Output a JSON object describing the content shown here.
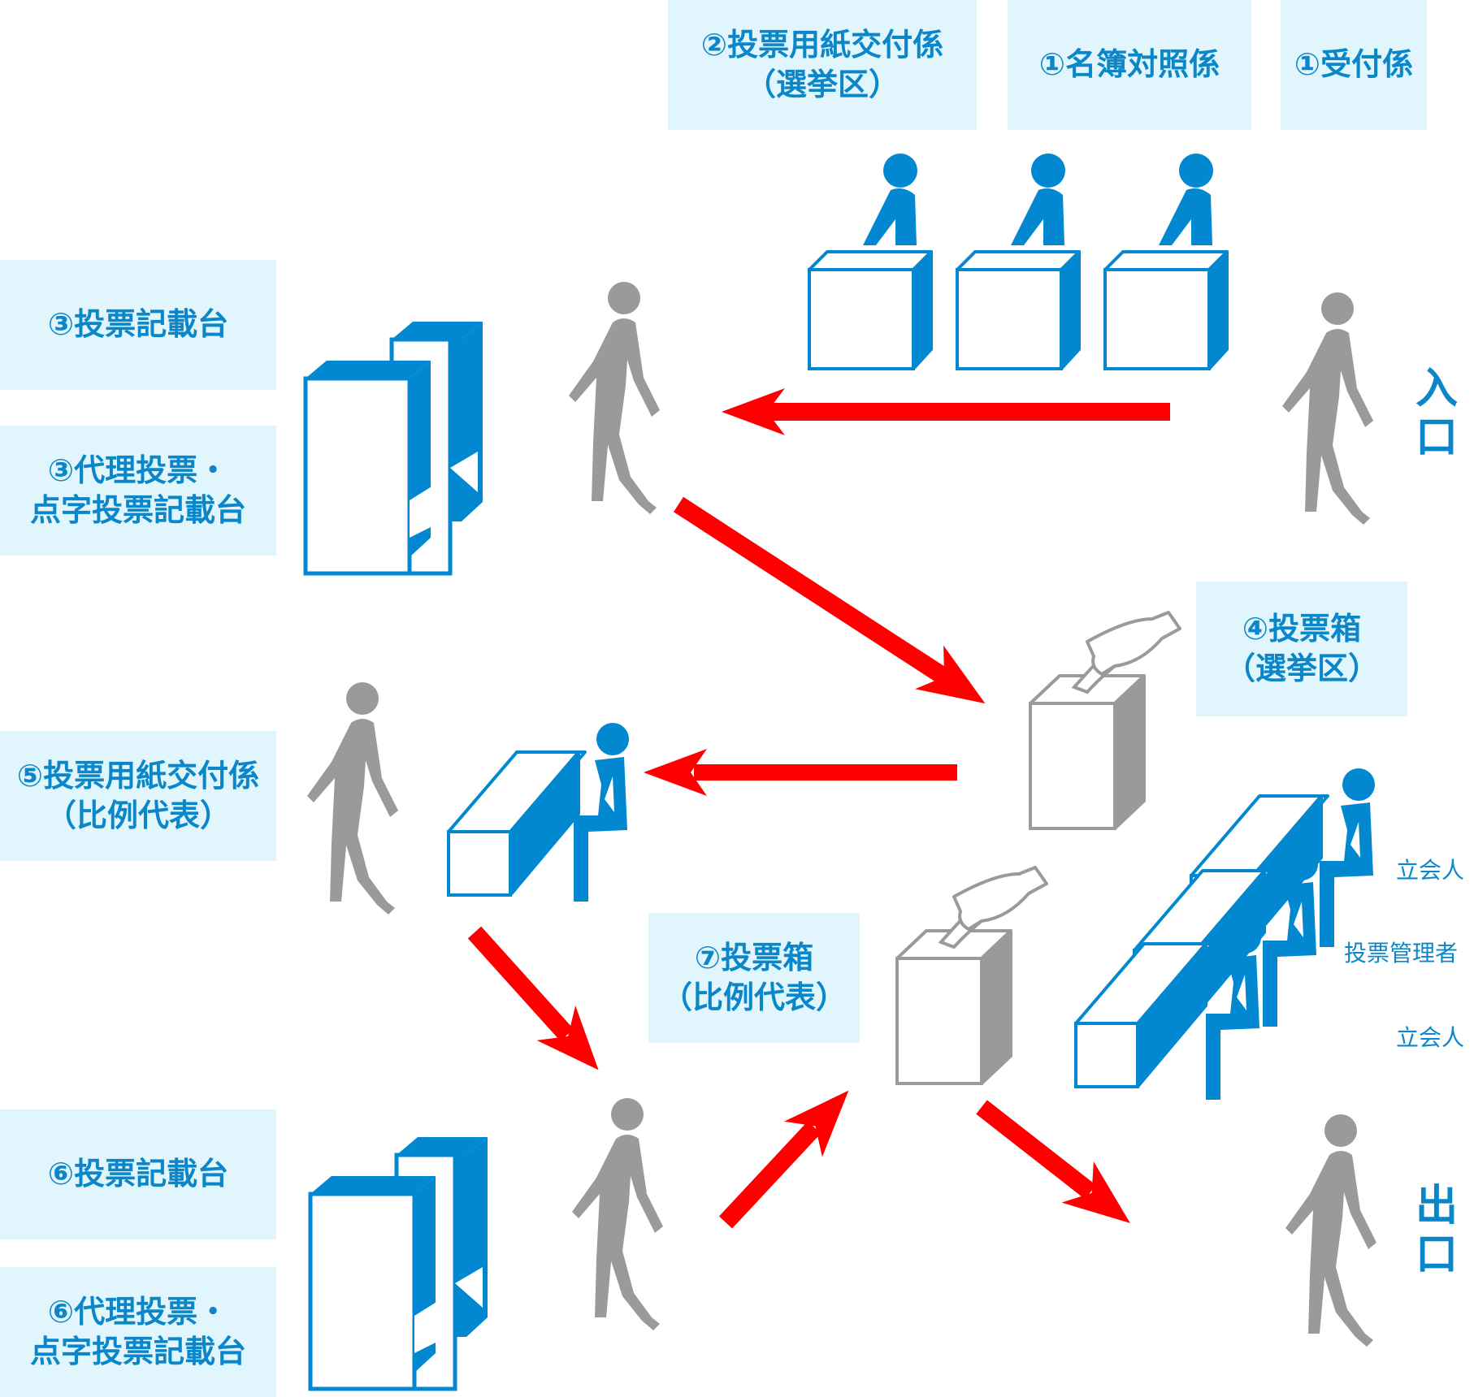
{
  "labels": {
    "ballot_issue_district": [
      "②投票用紙交付係",
      "（選挙区）"
    ],
    "roster_check": "①名簿対照係",
    "reception": "①受付係",
    "writing_desk_3": "③投票記載台",
    "proxy_desk_3": [
      "③代理投票・",
      "点字投票記載台"
    ],
    "ballot_box_district": [
      "④投票箱",
      "（選挙区）"
    ],
    "ballot_issue_pr": [
      "⑤投票用紙交付係",
      "（比例代表）"
    ],
    "ballot_box_pr": [
      "⑦投票箱",
      "（比例代表）"
    ],
    "writing_desk_6": "⑥投票記載台",
    "proxy_desk_6": [
      "⑥代理投票・",
      "点字投票記載台"
    ],
    "witness_top": "立会人",
    "voting_manager": "投票管理者",
    "witness_bottom": "立会人",
    "entrance": [
      "入",
      "口"
    ],
    "exit": [
      "出",
      "口"
    ]
  },
  "colors": {
    "label_bg": "#e1f5fc",
    "label_text": "#0b87c9",
    "staff_blue": "#0288d1",
    "voter_gray": "#9a9a9a",
    "arrow_red": "#ff0000"
  },
  "icons": [
    "standing-staff-icon",
    "seated-staff-icon",
    "walking-voter-icon",
    "reception-desk-icon",
    "writing-booth-icon",
    "ballot-box-icon",
    "hand-ballot-icon",
    "arrow-icon"
  ]
}
